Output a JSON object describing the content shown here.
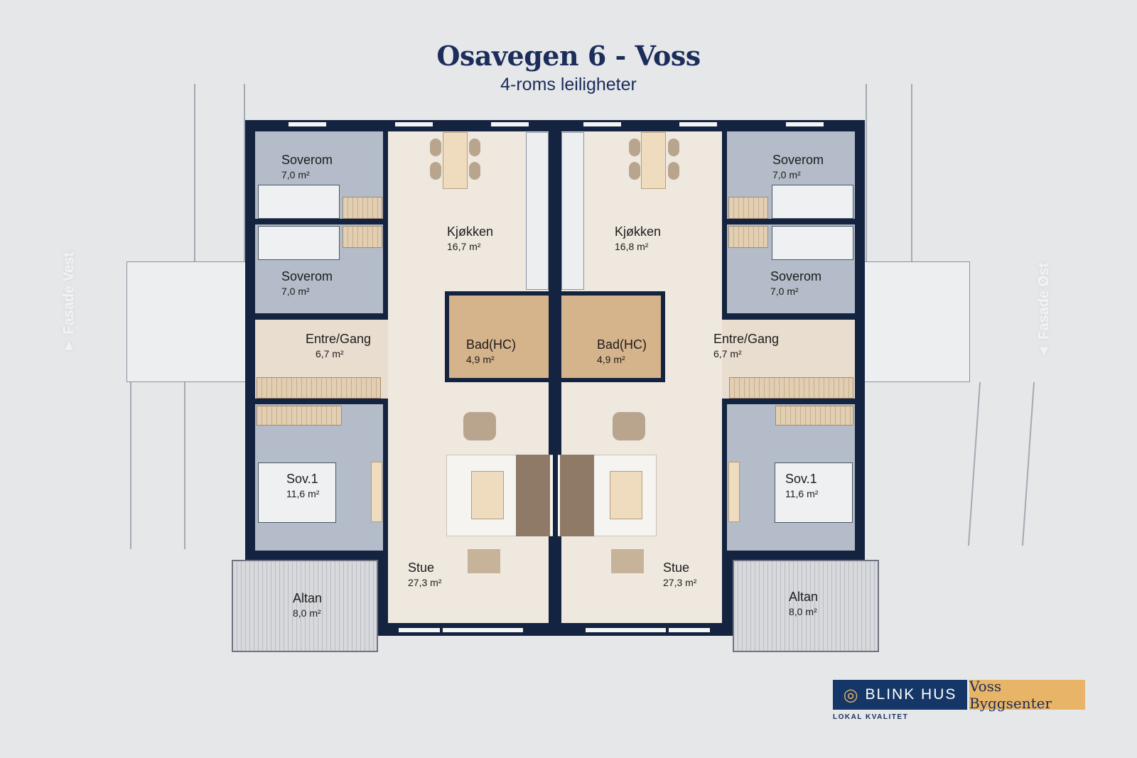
{
  "header": {
    "title": "Osavegen 6 - Voss",
    "subtitle": "4-roms leiligheter"
  },
  "facades": {
    "west": "▼ Fasade Vest",
    "east": "▲ Fasade Øst"
  },
  "left_unit": {
    "bedroom_a": {
      "name": "Soverom",
      "area": "7,0 m²"
    },
    "bedroom_b": {
      "name": "Soverom",
      "area": "7,0 m²"
    },
    "hall": {
      "name": "Entre/Gang",
      "area": "6,7 m²"
    },
    "master": {
      "name": "Sov.1",
      "area": "11,6 m²"
    },
    "kitchen": {
      "name": "Kjøkken",
      "area": "16,7 m²"
    },
    "bath": {
      "name": "Bad(HC)",
      "area": "4,9 m²"
    },
    "living": {
      "name": "Stue",
      "area": "27,3 m²"
    },
    "balcony": {
      "name": "Altan",
      "area": "8,0 m²"
    }
  },
  "right_unit": {
    "bedroom_a": {
      "name": "Soverom",
      "area": "7,0 m²"
    },
    "bedroom_b": {
      "name": "Soverom",
      "area": "7,0 m²"
    },
    "hall": {
      "name": "Entre/Gang",
      "area": "6,7 m²"
    },
    "master": {
      "name": "Sov.1",
      "area": "11,6 m²"
    },
    "kitchen": {
      "name": "Kjøkken",
      "area": "16,8 m²"
    },
    "bath": {
      "name": "Bad(HC)",
      "area": "4,9 m²"
    },
    "living": {
      "name": "Stue",
      "area": "27,3 m²"
    },
    "balcony": {
      "name": "Altan",
      "area": "8,0 m²"
    }
  },
  "branding": {
    "brand": "BLINK HUS",
    "partner": "Voss Byggsenter",
    "tagline": "LOKAL KVALITET"
  },
  "colors": {
    "wall": "#14233f",
    "bedroom": "#b3bcc8",
    "hall": "#e9ddcf",
    "bath": "#d6b48b",
    "title": "#1b2d5b"
  }
}
